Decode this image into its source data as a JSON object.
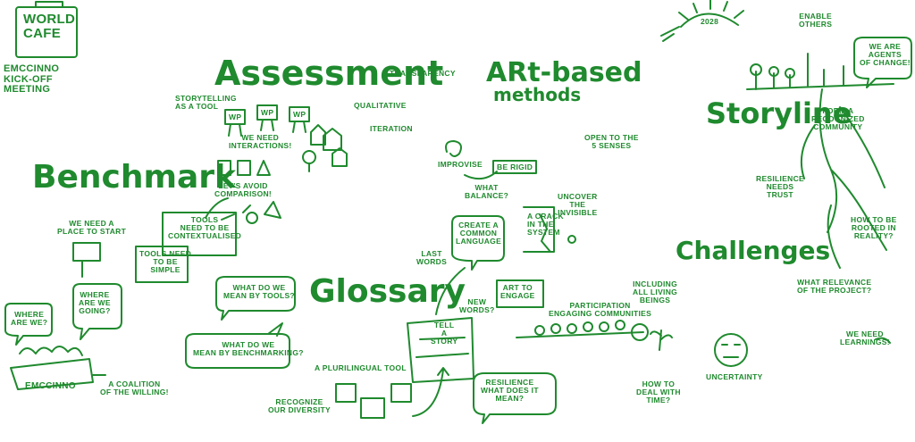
{
  "world_cafe": "WORLD\nCAFE",
  "kickoff": "EMCCINNO\nKICK-OFF\nMEETING",
  "headings": {
    "assessment": "Assessment",
    "art_based": "ARt-based",
    "methods": "methods",
    "storyline": "Storyline",
    "benchmark": "Benchmark",
    "glossary": "Glossary",
    "challenges": "Challenges"
  },
  "year": "2028",
  "notes": {
    "transparency": "TRANSPARENCY",
    "storytelling": "STORYTELLING\nAS A TOOL",
    "qualitative": "QUALITATIVE",
    "iteration": "ITERATION",
    "wp": "WP",
    "interactions": "WE NEED\nINTERACTIONS!",
    "avoid_comparison": "LET'S AVOID\nCOMPARISON!",
    "contextualised": "TOOLS\nNEED TO BE\nCONTEXTUALISED",
    "simple": "TOOLS NEED\nTO BE\nSIMPLE",
    "place_to_start": "WE NEED A\nPLACE TO START",
    "where_going": "WHERE\nARE WE\nGOING?",
    "where_are_we": "WHERE\nARE WE?",
    "emccinno": "EMCCINNO",
    "coalition": "A COALITION\nOF THE WILLING!",
    "mean_tools": "WHAT DO WE\nMEAN BY TOOLS?",
    "mean_benchmarking": "WHAT DO WE\nMEAN BY BENCHMARKING?",
    "plurilingual": "A PLURILINGUAL TOOL",
    "recognize_diversity": "RECOGNIZE\nOUR DIVERSITY",
    "improvise": "IMPROVISE",
    "be_rigid": "BE RIGID",
    "what_balance": "WHAT\nBALANCE?",
    "open_senses": "OPEN TO THE\n5 SENSES",
    "uncover_invisible": "UNCOVER\nTHE\nINVISIBLE",
    "crack_system": "A CRACK\nIN THE\nSYSTEM",
    "common_language": "CREATE A\nCOMMON\nLANGUAGE",
    "last_words": "LAST\nWORDS",
    "new_words": "NEW\nWORDS?",
    "tell_story": "TELL\nA\nSTORY",
    "art_engage": "ART TO\nENGAGE",
    "participation": "PARTICIPATION\nENGAGING COMMUNITIES",
    "living_beings": "INCLUDING\nALL LIVING\nBEINGS",
    "resilience_mean": "RESILIENCE\nWHAT DOES IT\nMEAN?",
    "deal_time": "HOW TO\nDEAL WITH\nTIME?",
    "uncertainty": "UNCERTAINTY",
    "enable_others": "ENABLE\nOTHERS",
    "agents_change": "WE ARE\nAGENTS\nOF CHANGE!",
    "recognized_community": "FORM A\nRECOGNIZED\nCOMMUNITY",
    "resilience_trust": "RESILIENCE\nNEEDS\nTRUST",
    "rooted_reality": "HOW TO BE\nROOTED IN\nREALITY?",
    "relevance": "WHAT RELEVANCE\nOF THE PROJECT?",
    "learnings": "WE NEED\nLEARNINGS!"
  },
  "colors": {
    "ink": "#1f8a2e"
  }
}
